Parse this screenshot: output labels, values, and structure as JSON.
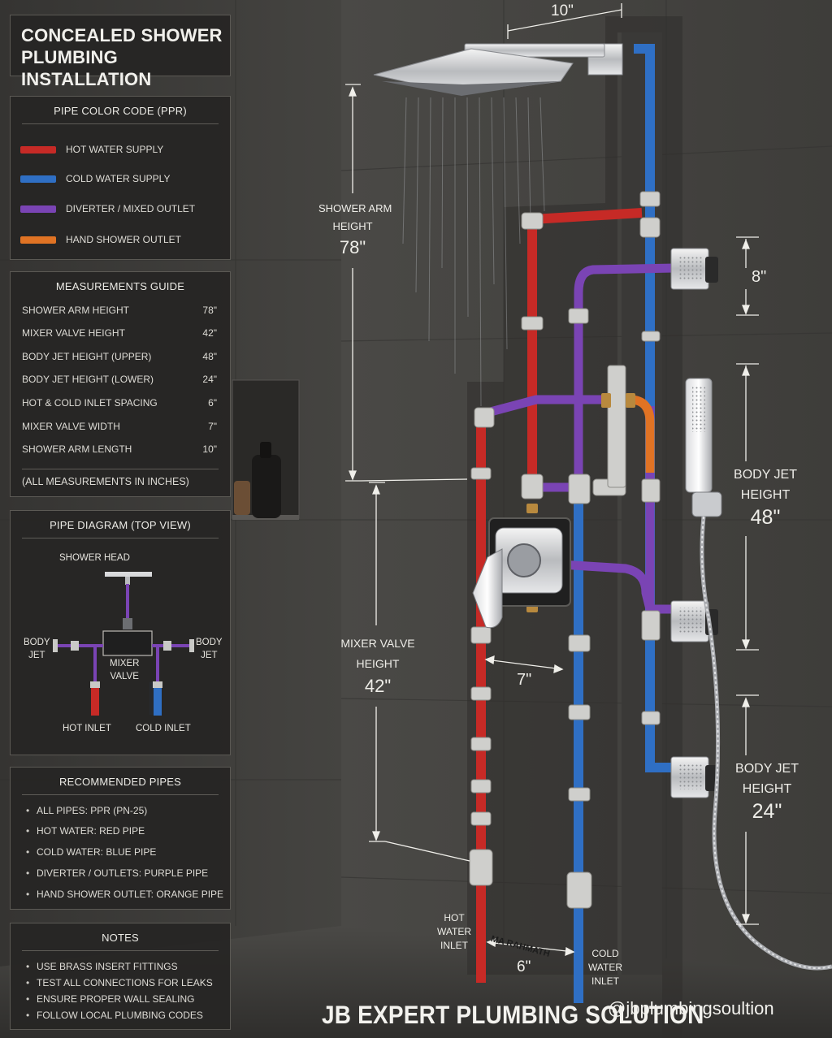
{
  "title": {
    "line1": "CONCEALED SHOWER",
    "line2": "PLUMBING INSTALLATION"
  },
  "colors": {
    "hot": "#c62a26",
    "cold": "#2f6fc4",
    "diverter": "#7a44b4",
    "hand_shower": "#e07324",
    "panel_bg": "#262524",
    "wall": "#3d3c3a"
  },
  "color_code": {
    "heading": "PIPE COLOR CODE (PPR)",
    "items": [
      {
        "label": "HOT WATER SUPPLY",
        "color": "#c62a26"
      },
      {
        "label": "COLD WATER SUPPLY",
        "color": "#2f6fc4"
      },
      {
        "label": "DIVERTER / MIXED OUTLET",
        "color": "#7a44b4"
      },
      {
        "label": "HAND SHOWER OUTLET",
        "color": "#e07324"
      }
    ]
  },
  "measurements": {
    "heading": "MEASUREMENTS GUIDE",
    "rows": [
      {
        "label": "SHOWER ARM HEIGHT",
        "value": "78\""
      },
      {
        "label": "MIXER VALVE HEIGHT",
        "value": "42\""
      },
      {
        "label": "BODY JET HEIGHT (UPPER)",
        "value": "48\""
      },
      {
        "label": "BODY JET HEIGHT (LOWER)",
        "value": "24\""
      },
      {
        "label": "HOT & COLD INLET SPACING",
        "value": "6\""
      },
      {
        "label": "MIXER VALVE WIDTH",
        "value": "7\""
      },
      {
        "label": "SHOWER ARM LENGTH",
        "value": "10\""
      }
    ],
    "note": "(ALL MEASUREMENTS IN INCHES)"
  },
  "pipe_diagram": {
    "heading": "PIPE DIAGRAM (TOP VIEW)",
    "shower_head": "SHOWER HEAD",
    "body_jet_left": [
      "BODY",
      "JET"
    ],
    "body_jet_right": [
      "BODY",
      "JET"
    ],
    "mixer_valve": [
      "MIXER",
      "VALVE"
    ],
    "hot_inlet": "HOT INLET",
    "cold_inlet": "COLD INLET"
  },
  "recommended": {
    "heading": "RECOMMENDED PIPES",
    "items": [
      "ALL PIPES: PPR (PN-25)",
      "HOT WATER: RED PIPE",
      "COLD WATER: BLUE PIPE",
      "DIVERTER / OUTLETS: PURPLE PIPE",
      "HAND SHOWER OUTLET: ORANGE PIPE"
    ]
  },
  "notes": {
    "heading": "NOTES",
    "items": [
      "USE BRASS INSERT FITTINGS",
      "TEST ALL CONNECTIONS FOR LEAKS",
      "ENSURE PROPER WALL SEALING",
      "FOLLOW LOCAL PLUMBING CODES"
    ]
  },
  "dimensions": {
    "arm_length": "10\"",
    "shower_arm": {
      "line1": "SHOWER ARM",
      "line2": "HEIGHT",
      "value": "78\""
    },
    "jet_spacing": "8\"",
    "body_jet_upper": {
      "line1": "BODY JET",
      "line2": "HEIGHT",
      "value": "48\""
    },
    "mixer_valve": {
      "line1": "MIXER VALVE",
      "line2": "HEIGHT",
      "value": "42\""
    },
    "valve_width": "7\"",
    "body_jet_lower": {
      "line1": "BODY JET",
      "line2": "HEIGHT",
      "value": "24\""
    },
    "inlet_spacing": "6\"",
    "hot_inlet": [
      "HOT",
      "WATER",
      "INLET"
    ],
    "cold_inlet": [
      "COLD",
      "WATER",
      "INLET"
    ]
  },
  "stamp": "MA RAHMATH",
  "footer": {
    "brand": "JB EXPERT PLUMBING SOLUTION",
    "handle": "@jbplumbingsoultion"
  }
}
